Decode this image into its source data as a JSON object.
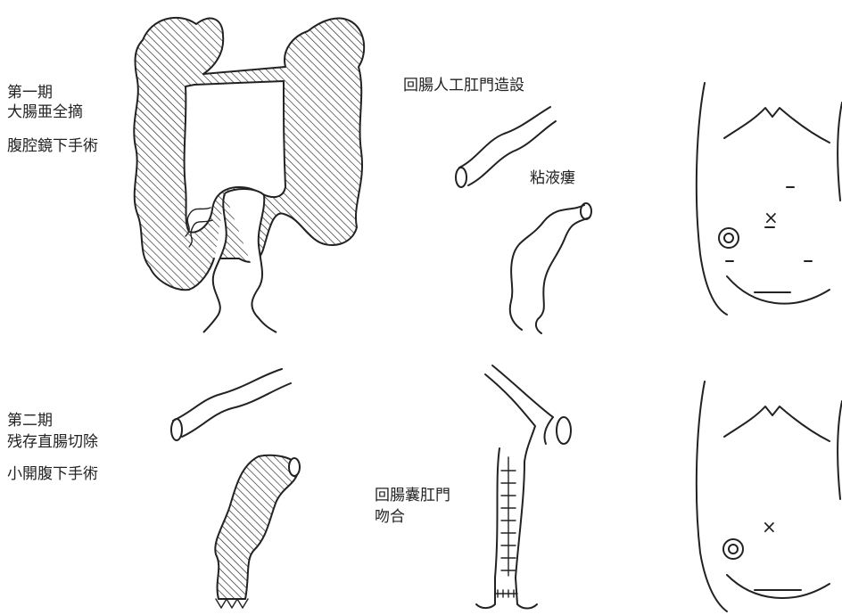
{
  "stage1": {
    "title": "第一期",
    "procedure": "大腸亜全摘",
    "approach": "腹腔鏡下手術"
  },
  "stage1_labels": {
    "ileostomy": "回腸人工肛門造設",
    "mucous_fistula": "粘液瘻"
  },
  "stage2": {
    "title": "第二期",
    "procedure": "残存直腸切除",
    "approach": "小開腹下手術"
  },
  "stage2_labels": {
    "anastomosis_line1": "回腸囊肛門",
    "anastomosis_line2": "吻合"
  },
  "markers": {
    "stoma_symbol": "◎",
    "port_symbol": "×"
  }
}
